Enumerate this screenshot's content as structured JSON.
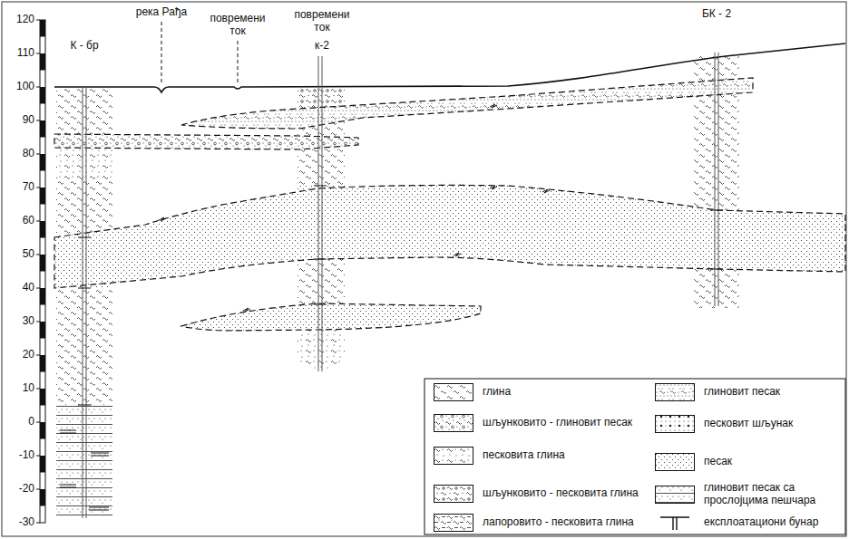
{
  "diagram": {
    "labels": [
      "река Рађа",
      "повремени ток",
      "повремени ток",
      "к-2",
      "К - бр",
      "БК - 2",
      "120",
      "110",
      "100",
      "90",
      "80",
      "70",
      "60",
      "50",
      "40",
      "30",
      "20",
      "10",
      "0",
      "-10",
      "-20",
      "-30"
    ],
    "legend": [
      {
        "text": "глина"
      },
      {
        "text": "шљунковито - глиновит песак"
      },
      {
        "text": "песковита глина"
      },
      {
        "text": "шљунковито - песковита глина"
      },
      {
        "text": "лапоровито - песковита глина"
      },
      {
        "text": "глиновит песак"
      },
      {
        "text": "песковит шљунак"
      },
      {
        "text": "песак"
      },
      {
        "text": "глиновит песак са прослојцима пешчара"
      },
      {
        "text": "експлоатациони бунар"
      }
    ]
  }
}
